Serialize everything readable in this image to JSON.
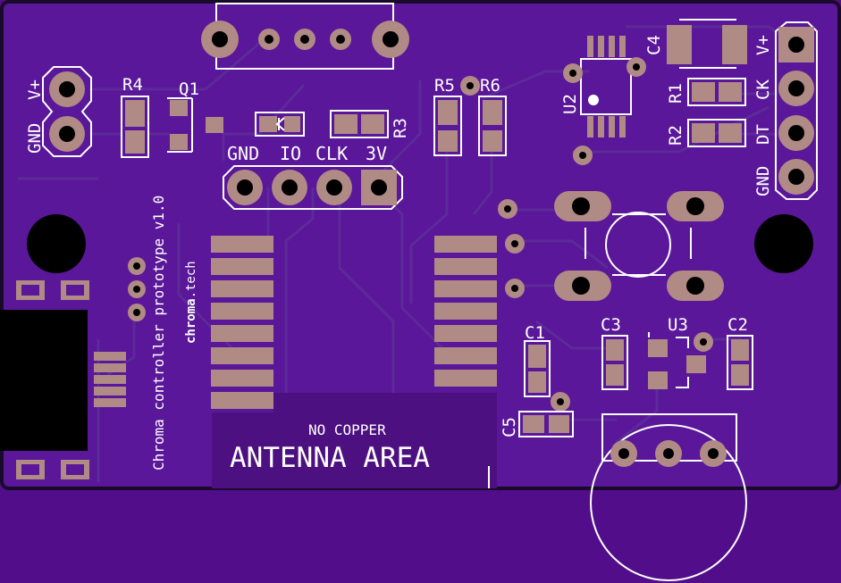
{
  "colors": {
    "background": "#520e8a",
    "board": "#5a1799",
    "board_edge": "#1a0a2a",
    "trace": "#5d2a99",
    "pad": "#b08a84",
    "silkscreen": "#ffffff",
    "hole": "#000000",
    "keepout": "#4c1080"
  },
  "header_top": {
    "labels": [
      "GND",
      "IO",
      "CLK",
      "3V"
    ]
  },
  "power_left": {
    "labels": [
      "V+",
      "GND"
    ]
  },
  "right_header": {
    "labels": [
      "V+",
      "CK",
      "DT",
      "GND"
    ]
  },
  "refdes": {
    "r4": "R4",
    "q1": "Q1",
    "r3": "R3",
    "r5": "R5",
    "r6": "R6",
    "u2": "U2",
    "c4": "C4",
    "r1": "R1",
    "r2": "R2",
    "c1": "C1",
    "c3": "C3",
    "u3": "U3",
    "c2": "C2",
    "c5": "C5"
  },
  "antenna": {
    "note": "NO COPPER",
    "title": "ANTENNA AREA"
  },
  "board_text": {
    "title": "Chroma controller prototype v1.0",
    "brand_bold": "chroma",
    "brand_suffix": ".tech"
  }
}
